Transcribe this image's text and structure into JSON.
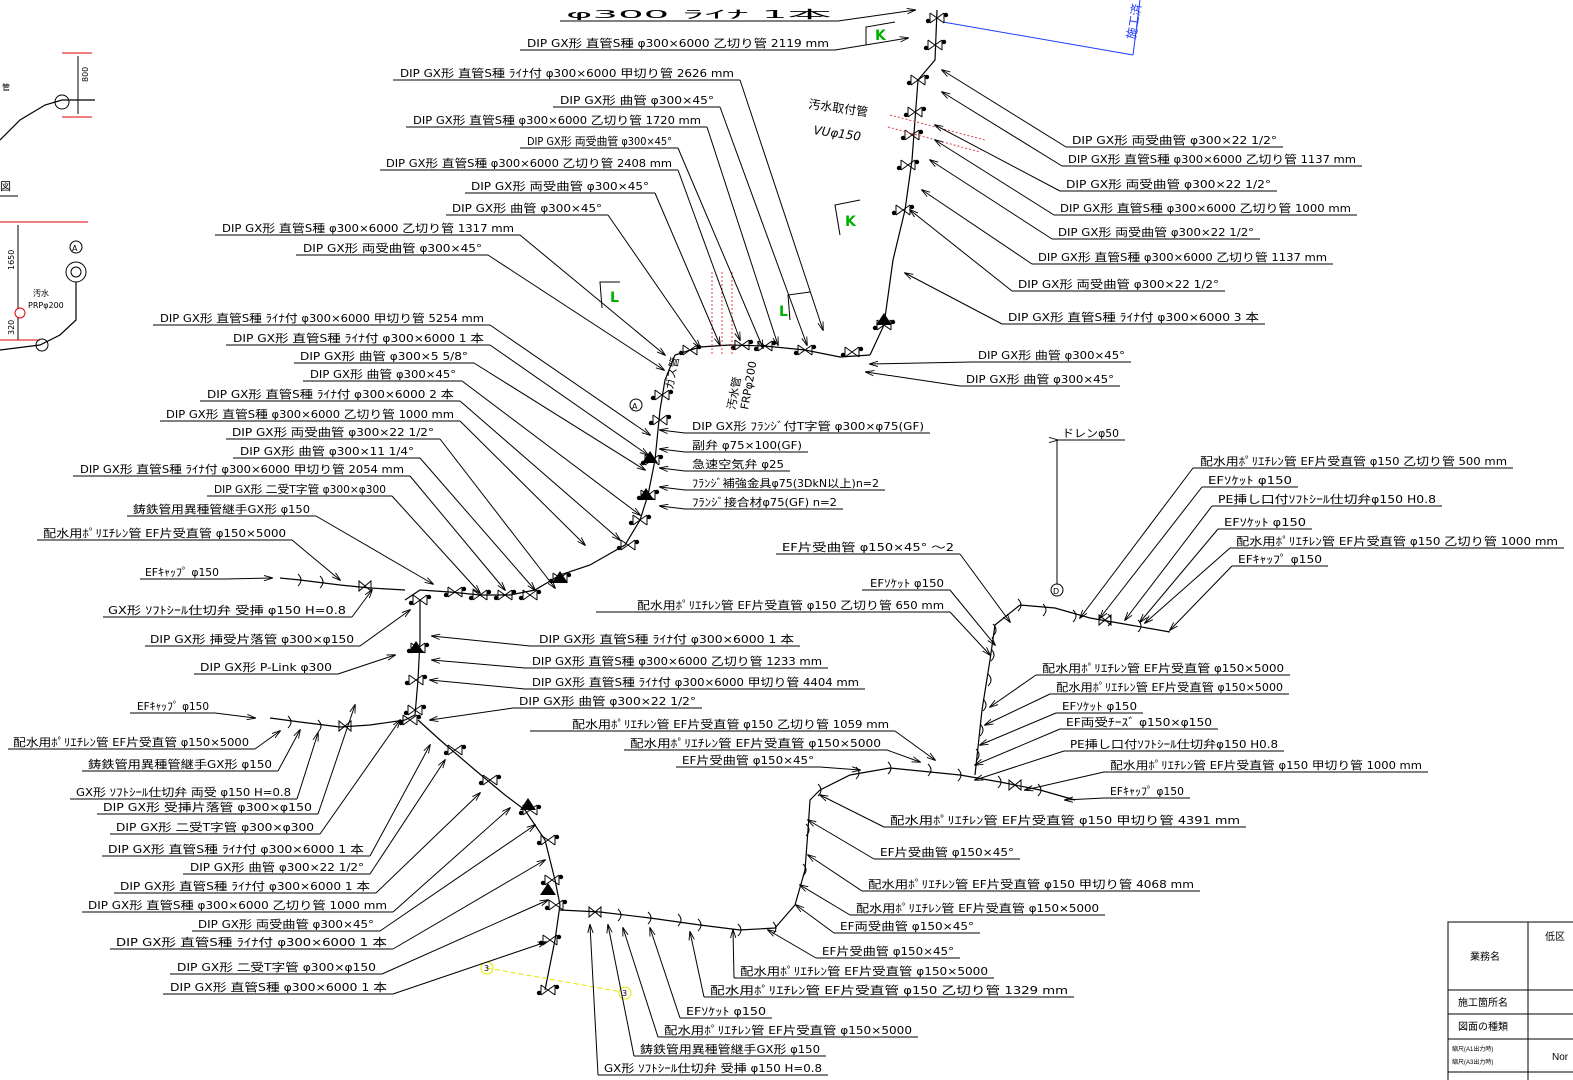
{
  "labels": {
    "ll01": "φ300 ﾗｲﾅ 1本",
    "ll02": "DIP GX形 直管S種 φ300×6000 乙切り管 2119 mm",
    "ll03": "DIP GX形 直管S種 ﾗｲﾅ付 φ300×6000 甲切り管 2626 mm",
    "ll04": "DIP GX形 曲管 φ300×45°",
    "ll05": "DIP GX形 直管S種 φ300×6000 乙切り管 1720 mm",
    "ll06": "DIP GX形 両受曲管 φ300×45°",
    "ll07": "DIP GX形 直管S種 φ300×6000 乙切り管 2408 mm",
    "ll08": "DIP GX形 両受曲管 φ300×45°",
    "ll09": "DIP GX形 曲管 φ300×45°",
    "ll10": "DIP GX形 直管S種 φ300×6000 乙切り管 1317 mm",
    "ll11": "DIP GX形 両受曲管 φ300×45°",
    "ll12": "DIP GX形 直管S種 ﾗｲﾅ付 φ300×6000 甲切り管 5254 mm",
    "ll13": "DIP GX形 直管S種 ﾗｲﾅ付 φ300×6000 1 本",
    "ll14": "DIP GX形 曲管 φ300×5 5/8°",
    "ll15": "DIP GX形 曲管 φ300×45°",
    "ll16": "DIP GX形 直管S種 ﾗｲﾅ付 φ300×6000 2 本",
    "ll17": "DIP GX形 直管S種 φ300×6000 乙切り管 1000 mm",
    "ll18": "DIP GX形 両受曲管 φ300×22 1/2°",
    "ll19": "DIP GX形 曲管 φ300×11 1/4°",
    "ll20": "DIP GX形 直管S種 ﾗｲﾅ付 φ300×6000 甲切り管 2054 mm",
    "ll21": "DIP GX形 二受T字管 φ300×φ300",
    "ll22": "鋳鉄管用異種管継手GX形 φ150",
    "ll23": "配水用ﾎﾟﾘｴﾁﾚﾝ管 EF片受直管 φ150×5000",
    "ll24": "EFｷｬｯﾌﾟ φ150",
    "ll25": "GX形 ｿﾌﾄｼｰﾙ仕切弁 受挿 φ150 H=0.8",
    "ll26": "DIP GX形 挿受片落管 φ300×φ150",
    "ll27": "DIP GX形 P-Link φ300",
    "ll28": "EFｷｬｯﾌﾟ φ150",
    "ll29": "配水用ﾎﾟﾘｴﾁﾚﾝ管 EF片受直管 φ150×5000",
    "ll30": "鋳鉄管用異種管継手GX形 φ150",
    "ll31": "GX形 ｿﾌﾄｼｰﾙ仕切弁 両受 φ150 H=0.8",
    "ll32": "DIP GX形 受挿片落管 φ300×φ150",
    "ll33": "DIP GX形 二受T字管 φ300×φ300",
    "ll34": "DIP GX形 直管S種 ﾗｲﾅ付 φ300×6000 1 本",
    "ll35": "DIP GX形 曲管 φ300×22 1/2°",
    "ll36": "DIP GX形 直管S種 ﾗｲﾅ付 φ300×6000 1 本",
    "ll37": "DIP GX形 直管S種 φ300×6000 乙切り管 1000 mm",
    "ll38": "DIP GX形 両受曲管 φ300×45°",
    "ll39": "DIP GX形 直管S種 ﾗｲﾅ付 φ300×6000 1 本",
    "ll40": "DIP GX形 二受T字管 φ300×φ150",
    "ll41": "DIP GX形 直管S種 φ300×6000 1 本",
    "rl01": "DIP GX形 両受曲管 φ300×22 1/2°",
    "rl02": "DIP GX形 直管S種 φ300×6000 乙切り管 1137 mm",
    "rl03": "DIP GX形 両受曲管 φ300×22 1/2°",
    "rl04": "DIP GX形 直管S種 φ300×6000 乙切り管 1000 mm",
    "rl05": "DIP GX形 両受曲管 φ300×22 1/2°",
    "rl06": "DIP GX形 直管S種 φ300×6000 乙切り管 1137 mm",
    "rl07": "DIP GX形 両受曲管 φ300×22 1/2°",
    "rl08": "DIP GX形 直管S種 ﾗｲﾅ付 φ300×6000 3 本",
    "rl09": "DIP GX形 曲管 φ300×45°",
    "rl10": "DIP GX形 曲管 φ300×45°",
    "cl01": "DIP GX形 ﾌﾗﾝｼﾞ付T字管 φ300×φ75(GF)",
    "cl02": "副弁 φ75×100(GF)",
    "cl03": "急速空気弁 φ25",
    "cl04": "ﾌﾗﾝｼﾞ補強金具φ75(3DkN以上)n=2",
    "cl05": "ﾌﾗﾝｼﾞ接合材φ75(GF) n=2",
    "cl06": "ドレンφ50",
    "cl07": "配水用ﾎﾟﾘｴﾁﾚﾝ管 EF片受直管 φ150 乙切り管 500 mm",
    "cl08": "EFｿｹｯﾄ φ150",
    "cl09": "PE挿し口付ｿﾌﾄｼｰﾙ仕切弁φ150 H0.8",
    "cl10": "EFｿｹｯﾄ φ150",
    "cl11": "配水用ﾎﾟﾘｴﾁﾚﾝ管 EF片受直管 φ150 乙切り管 1000 mm",
    "cl12": "EFｷｬｯﾌﾟ φ150",
    "cl13": "EF片受曲管 φ150×45° ～2",
    "cl14": "EFｿｹｯﾄ φ150",
    "cl15": "配水用ﾎﾟﾘｴﾁﾚﾝ管 EF片受直管 φ150 乙切り管 650 mm",
    "cl16": "DIP GX形 直管S種 ﾗｲﾅ付 φ300×6000 1 本",
    "cl17": "DIP GX形 直管S種 φ300×6000 乙切り管 1233 mm",
    "cl18": "DIP GX形 直管S種 ﾗｲﾅ付 φ300×6000 甲切り管 4404 mm",
    "cl19": "DIP GX形 曲管 φ300×22 1/2°",
    "cl20": "配水用ﾎﾟﾘｴﾁﾚﾝ管 EF片受直管 φ150 乙切り管 1059 mm",
    "cl21": "配水用ﾎﾟﾘｴﾁﾚﾝ管 EF片受直管 φ150×5000",
    "cl22": "EF片受曲管 φ150×45°",
    "cl23": "配水用ﾎﾟﾘｴﾁﾚﾝ管 EF片受直管 φ150×5000",
    "cl24": "配水用ﾎﾟﾘｴﾁﾚﾝ管 EF片受直管 φ150×5000",
    "cl25": "EFｿｹｯﾄ φ150",
    "cl26": "EF両受ﾁｰｽﾞ φ150×φ150",
    "cl27": "PE挿し口付ｿﾌﾄｼｰﾙ仕切弁φ150 H0.8",
    "cl28": "配水用ﾎﾟﾘｴﾁﾚﾝ管 EF片受直管 φ150 甲切り管 1000 mm",
    "cl29": "EFｷｬｯﾌﾟ φ150",
    "cl30": "配水用ﾎﾟﾘｴﾁﾚﾝ管 EF片受直管 φ150 甲切り管 4391 mm",
    "cl31": "EF片受曲管 φ150×45°",
    "cl32": "配水用ﾎﾟﾘｴﾁﾚﾝ管 EF片受直管 φ150 甲切り管 4068 mm",
    "cl33": "配水用ﾎﾟﾘｴﾁﾚﾝ管 EF片受直管 φ150×5000",
    "cl34": "EF両受曲管 φ150×45°",
    "cl35": "EF片受曲管 φ150×45°",
    "cl36": "配水用ﾎﾟﾘｴﾁﾚﾝ管 EF片受直管 φ150×5000",
    "cl37": "配水用ﾎﾟﾘｴﾁﾚﾝ管 EF片受直管 φ150 乙切り管 1329 mm",
    "cl38": "EFｿｹｯﾄ φ150",
    "cl39": "配水用ﾎﾟﾘｴﾁﾚﾝ管 EF片受直管 φ150×5000",
    "cl40": "鋳鉄管用異種管継手GX形 φ150",
    "cl41": "GX形 ｿﾌﾄｼｰﾙ仕切弁 受挿 φ150 H=0.8"
  },
  "annotations": {
    "sewer_fitting": "汚水取付管",
    "sewer_vu": "VUφ150",
    "gas_pipe": "ガス管",
    "sewer_main": "汚水管",
    "sewer_frp": "FRPφ200",
    "k_mark_1": "K",
    "k_mark_2": "K",
    "l_mark_1": "L",
    "l_mark_2": "L",
    "blue_label": "施工済",
    "callout_3a": "3",
    "callout_3b": "3",
    "marker_a": "A",
    "marker_d": "D"
  },
  "left_inset": {
    "dim_800": "800",
    "title_fragment": "図",
    "pipe_fragment": "管",
    "dim_1650": "1650",
    "dim_320": "320",
    "sewer": "汚水",
    "sewer_prp": "PRPφ200",
    "marker_a": "A"
  },
  "title_block": {
    "row1_label": "業務名",
    "row1_value": "低区",
    "row2_label": "施工箇所名",
    "row3_label": "図面の種類",
    "row4_label_a": "縮尺(A1出力時)",
    "row4_label_b": "縮尺(A3出力時)",
    "row4_value": "Nor"
  },
  "colors": {
    "line": "#000000",
    "red_dim": "#e00000",
    "green_mark": "#00b000",
    "blue_line": "#1f3cff",
    "callout_yellow": "#e6e600",
    "hatch_red": "#e04040"
  }
}
